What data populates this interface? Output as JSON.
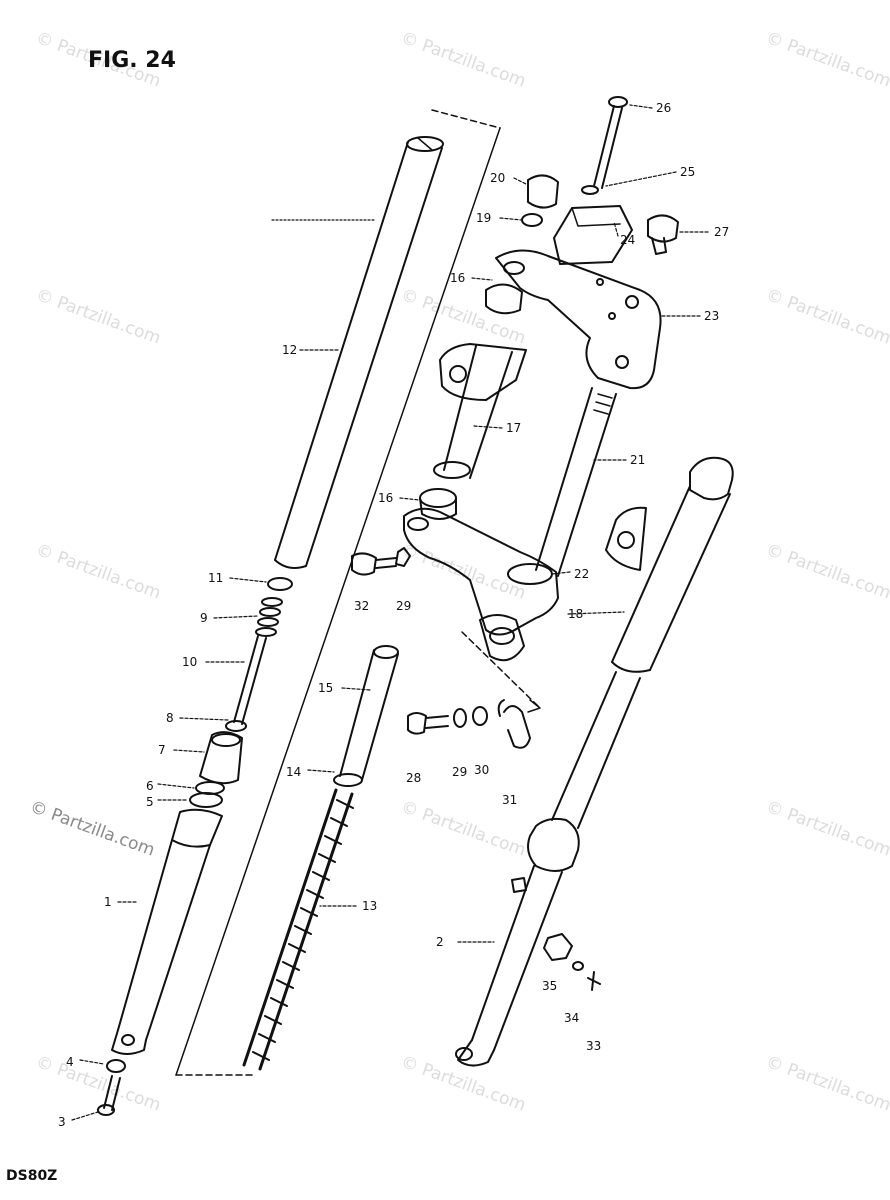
{
  "figure": {
    "title": "FIG. 24",
    "model_code": "DS80Z"
  },
  "watermark": {
    "text": "© Partzilla.com"
  },
  "callouts": {
    "c1": "1",
    "c2": "2",
    "c3": "3",
    "c4": "4",
    "c5": "5",
    "c6": "6",
    "c7": "7",
    "c8": "8",
    "c9": "9",
    "c10": "10",
    "c11": "11",
    "c12": "12",
    "c13": "13",
    "c14": "14",
    "c15": "15",
    "c16a": "16",
    "c16b": "16",
    "c17": "17",
    "c18": "18",
    "c19": "19",
    "c20": "20",
    "c21": "21",
    "c22": "22",
    "c23": "23",
    "c24": "24",
    "c25": "25",
    "c26": "26",
    "c27": "27",
    "c28": "28",
    "c29a": "29",
    "c29b": "29",
    "c30": "30",
    "c31": "31",
    "c32": "32",
    "c33": "33",
    "c34": "34",
    "c35": "35"
  },
  "colors": {
    "ink": "#111111",
    "watermark": "#dcdcdc"
  }
}
